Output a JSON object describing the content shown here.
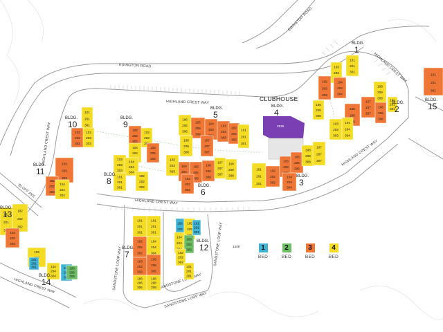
{
  "roads": {
    "edington_top": "EDINGTON ROAD",
    "edington_mid": "EDINGTON ROAD",
    "highland_top": "HIGHLAND CREST WAY",
    "highland_left": "HIGHLAND CREST WAY",
    "highland_mid": "HIGHLAND CREST WAY",
    "highland_right_a": "HIGHLAND CREST WAY",
    "highland_right_b": "HIGHLAND CREST WAY",
    "highland_bottom": "HIGHLAND CREST WAY",
    "bluff_ave": "BLUFF AVE",
    "sandstone_left": "SANDSTONE LOOP WAY",
    "sandstone_right": "SANDSTONE LOOP WAY",
    "sandstone_bottom": "SANDSTONE LOOP WAY",
    "sandstone_bottom2": "SANDSTONE LOOP WAY"
  },
  "clubhouse": {
    "label": "CLUBHOUSE",
    "bldg_word": "BLDG.",
    "number": "4",
    "address": "2929"
  },
  "address_1449": "1449",
  "bldg_word": "BLDG.",
  "buildings": {
    "b1": "1",
    "b2": "2",
    "b3": "3",
    "b5": "5",
    "b6": "6",
    "b7": "7",
    "b8": "8",
    "b9": "9",
    "b10": "10",
    "b11": "11",
    "b12": "12",
    "b13": "13",
    "b14": "14",
    "b15": "15"
  },
  "units": {
    "u101": "101",
    "u201": "201",
    "u301": "301",
    "u102": "102",
    "u202": "202",
    "u302": "302",
    "u103": "103",
    "u203": "203",
    "u303": "303",
    "u104": "104",
    "u204": "204",
    "u304": "304",
    "u105": "105",
    "u205": "205",
    "u305": "305",
    "u106": "106",
    "u206": "206",
    "u306": "306",
    "u107": "107",
    "u207": "207",
    "u307": "307",
    "u108": "108",
    "u208": "208",
    "u308": "308"
  },
  "legend": [
    {
      "number": "1",
      "label": "BED",
      "color": "#3fb4d4"
    },
    {
      "number": "2",
      "label": "BED",
      "color": "#6cbd63"
    },
    {
      "number": "3",
      "label": "BED",
      "color": "#ef7634"
    },
    {
      "number": "4",
      "label": "BED",
      "color": "#f4dc25"
    }
  ],
  "colors": {
    "one_bed": "#3fb4d4",
    "two_bed": "#6cbd63",
    "three_bed": "#ef7634",
    "four_bed": "#f4dc25",
    "clubhouse": "#7a3fb2",
    "road_edge": "#9a9a9a"
  }
}
